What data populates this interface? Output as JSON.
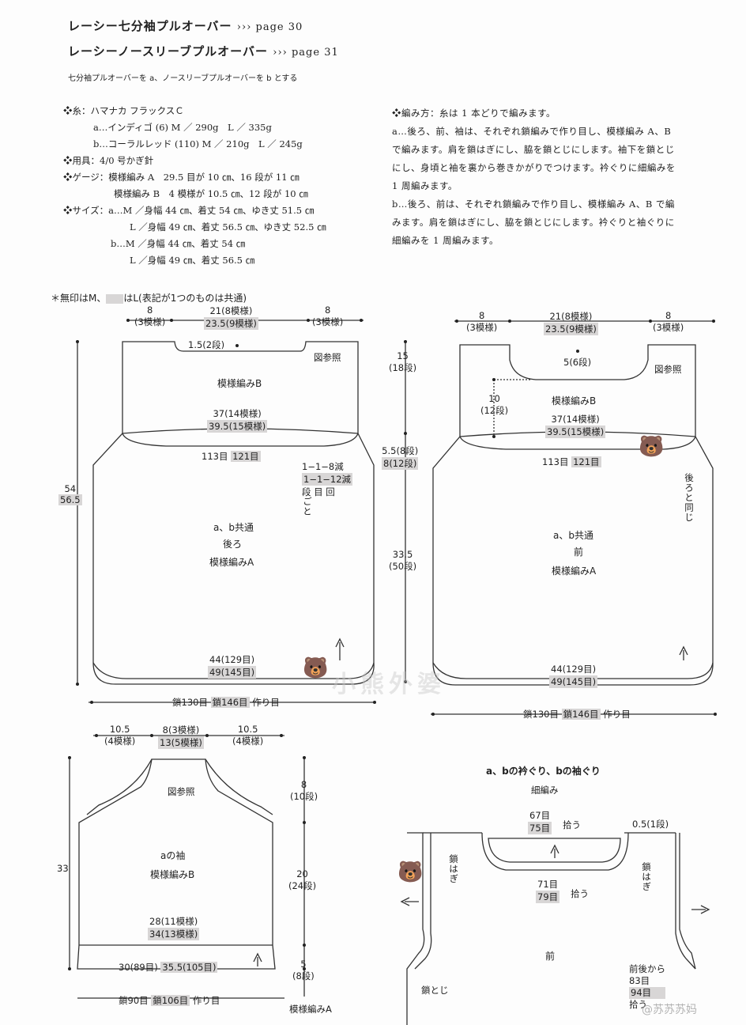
{
  "header": {
    "title1": "レーシー七分袖プルオーバー",
    "page1": "››› page 30",
    "title2": "レーシーノースリーブプルオーバー",
    "page2": "››› page 31",
    "subtitle": "七分袖プルオーバーを a、ノースリーブプルオーバーを b とする"
  },
  "specs": {
    "yarn_label": "❖糸：ハマナカ フラックスＣ",
    "yarn_a": "a…インディゴ (6) M ／ 290g　L ／ 335g",
    "yarn_b": "b…コーラルレッド (110) M ／ 210g　L ／ 245g",
    "tools": "❖用具：4/0 号かぎ針",
    "gauge1": "❖ゲージ：模様編み A　29.5 目が 10 ㎝、16 段が 11 ㎝",
    "gauge2": "模様編み B　4 模様が 10.5 ㎝、12 段が 10 ㎝",
    "size_a_m": "❖サイズ：a…M ／身幅 44 ㎝、着丈 54 ㎝、ゆき丈 51.5 ㎝",
    "size_a_l": "L ／身幅 49 ㎝、着丈 56.5 ㎝、ゆき丈 52.5 ㎝",
    "size_b_m": "b…M ／身幅 44 ㎝、着丈 54 ㎝",
    "size_b_l": "L ／身幅 49 ㎝、着丈 56.5 ㎝"
  },
  "method": {
    "line1": "❖編み方：糸は 1 本どりで編みます。",
    "line2": "a…後ろ、前、袖は、それぞれ鎖編みで作り目し、模様編み A、B",
    "line3": "で編みます。肩を鎖はぎにし、脇を鎖とじにします。袖下を鎖とじ",
    "line4": "にし、身頃と袖を裏から巻きかがりでつけます。衿ぐりに細編みを",
    "line5": "1 周編みます。",
    "line6": "b…後ろ、前は、それぞれ鎖編みで作り目し、模様編み A、B で編",
    "line7": "みます。肩を鎖はぎにし、脇を鎖とじにします。衿ぐりと袖ぐりに",
    "line8": "細編みを 1 周編みます。"
  },
  "note": {
    "prefix": "＊無印はM、",
    "suffix": "はL(表記が1つのものは共通)"
  },
  "back": {
    "shoulder_l": "8",
    "shoulder_l2": "(3模様)",
    "top_m": "21(8模様)",
    "top_l": "23.5(9模様)",
    "shoulder_r": "8",
    "shoulder_r2": "(3模様)",
    "neck_depth": "1.5(2段)",
    "ref": "図参照",
    "pattern_b": "模様編みB",
    "mid_m": "37(14模様)",
    "mid_l": "39.5(15模様)",
    "stitches_m": "113目",
    "stitches_l": "121目",
    "dec_m": "1−1−8減",
    "dec_l": "1−1−12減",
    "dec_hdr": "段 目 回",
    "dec_unit": "ごと",
    "len_m": "54",
    "len_l": "56.5",
    "common": "a、b共通",
    "name": "後ろ",
    "pattern_a": "模様編みA",
    "bottom_m": "44(129目)",
    "bottom_l": "49(145目)",
    "chain_m": "鎖130目",
    "chain_l": "鎖146目",
    "cast_on": "作り目"
  },
  "middle_dims": {
    "yoke": "15",
    "yoke2": "(18段)",
    "arm_m": "5.5(8段)",
    "arm_l": "8(12段)",
    "body": "33.5",
    "body2": "(50段)"
  },
  "front": {
    "shoulder_l": "8",
    "shoulder_l2": "(3模様)",
    "top_m": "21(8模様)",
    "top_l": "23.5(9模様)",
    "shoulder_r": "8",
    "shoulder_r2": "(3模様)",
    "neck_depth": "5(6段)",
    "ref": "図参照",
    "side_depth": "10",
    "side_depth2": "(12段)",
    "pattern_b": "模様編みB",
    "mid_m": "37(14模様)",
    "mid_l": "39.5(15模様)",
    "stitches_m": "113目",
    "stitches_l": "121目",
    "same_as_back": "後ろと同じ",
    "common": "a、b共通",
    "name": "前",
    "pattern_a": "模様編みA",
    "bottom_m": "44(129目)",
    "bottom_l": "49(145目)",
    "chain_m": "鎖130目",
    "chain_l": "鎖146目",
    "cast_on": "作り目"
  },
  "sleeve": {
    "left_w": "10.5",
    "left_w2": "(4模様)",
    "top_m": "8(3模様)",
    "top_l": "13(5模様)",
    "right_w": "10.5",
    "right_w2": "(4模様)",
    "ref": "図参照",
    "length": "33",
    "cap": "8",
    "cap2": "(10段)",
    "body": "20",
    "body2": "(24段)",
    "cuff": "5",
    "cuff2": "(8段)",
    "name": "aの袖",
    "pattern_b": "模様編みB",
    "mid_m": "28(11模様)",
    "mid_l": "34(13模様)",
    "base_m": "30(89目)",
    "base_l": "35.5(105目)",
    "chain_m": "鎖90目",
    "chain_l": "鎖106目",
    "cast_on": "作り目",
    "pattern_a": "模様編みA"
  },
  "edging": {
    "title": "a、bの衿ぐり、bの袖ぐり",
    "subtitle": "細編み",
    "pick_m": "67目",
    "pick_l": "75目",
    "pick_label": "拾う",
    "pick2_m": "71目",
    "pick2_l": "79目",
    "pick2_label": "拾う",
    "width": "0.5(1段)",
    "seam_l": "鎖はぎ",
    "seam_r": "鎖はぎ",
    "front": "前",
    "side_seam": "鎖とじ",
    "from_fb": "前後から",
    "from_fb_m": "83目",
    "from_fb_l": "94目",
    "from_fb_pick": "拾う"
  },
  "watermark": {
    "left": "小熊外婆",
    "right": "@苏苏苏妈"
  }
}
